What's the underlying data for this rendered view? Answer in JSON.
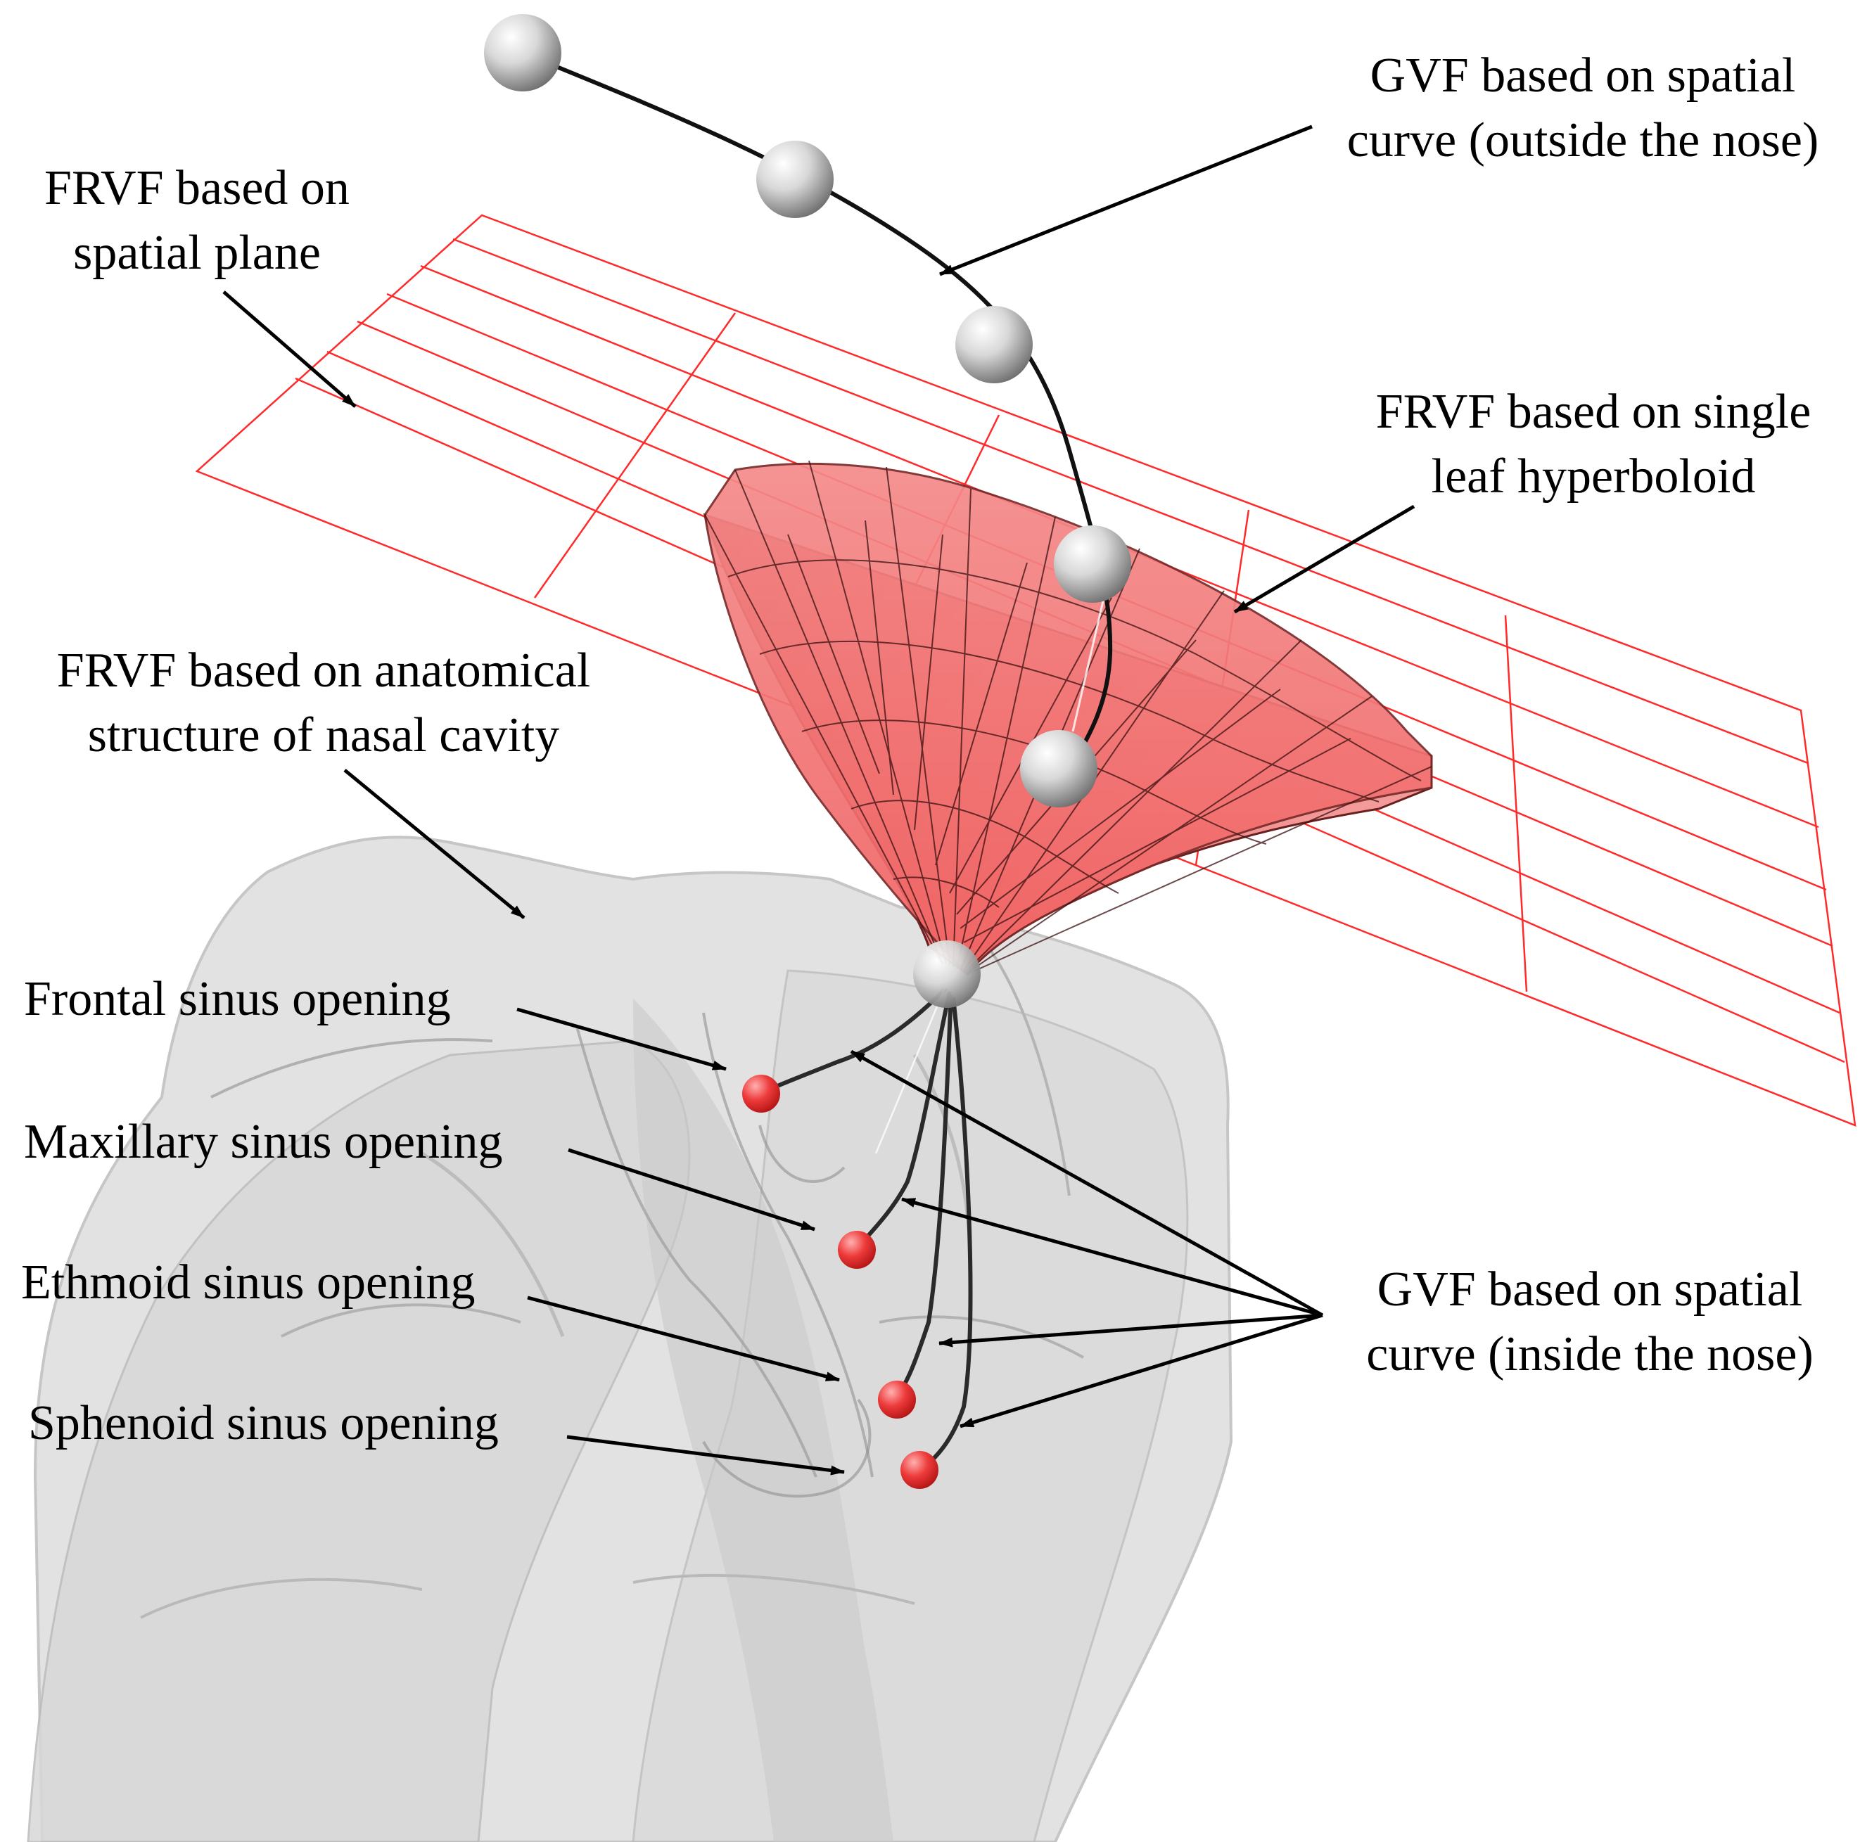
{
  "labels": {
    "gvf_outside": [
      "GVF based on spatial",
      "curve (outside the nose)"
    ],
    "frvf_plane": [
      "FRVF based on",
      "spatial plane"
    ],
    "frvf_hyperboloid": [
      "FRVF based on single",
      "leaf hyperboloid"
    ],
    "frvf_anatomical": [
      "FRVF based on anatomical",
      "structure of nasal cavity"
    ],
    "frontal": "Frontal sinus opening",
    "maxillary": "Maxillary sinus opening",
    "ethmoid": "Ethmoid sinus opening",
    "sphenoid": "Sphenoid sinus opening",
    "gvf_inside": [
      "GVF based on spatial",
      "curve (inside the nose)"
    ]
  },
  "colors": {
    "plane_wire": "#ff2a2a",
    "hyperboloid_fill": "#f06a6a",
    "target_marker": "#ee2b2b",
    "curve": "#111111",
    "sphere": "#d9d9d9",
    "nasal_tissue": "#cfcfcf"
  }
}
